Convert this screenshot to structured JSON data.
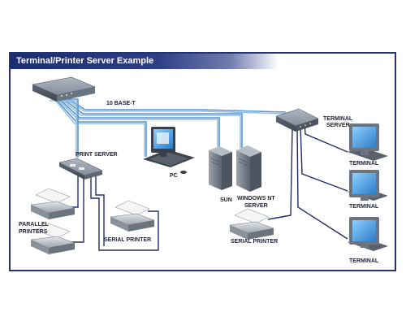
{
  "diagram": {
    "title": "Terminal/Printer Server Example",
    "labels": {
      "ten_base_t": "10 BASE-T",
      "print_server": "PRINT SERVER",
      "pc": "PC",
      "sun": "SUN",
      "windows_nt_server_line1": "WINDOWS NT",
      "windows_nt_server_line2": "SERVER",
      "terminal_server_line1": "TERMINAL",
      "terminal_server_line2": "SERVER",
      "parallel_printers_line1": "PARALLEL",
      "parallel_printers_line2": "PRINTERS",
      "serial_printer_left": "SERIAL PRINTER",
      "serial_printer_right": "SERIAL PRINTER",
      "terminal_1": "TERMINAL",
      "terminal_2": "TERMINAL",
      "terminal_3": "TERMINAL"
    },
    "colors": {
      "frame_border": "#25346f",
      "title_bar": "#1d2d73",
      "ethernet_cable": "#6fa8d6",
      "serial_cable": "#252a6a",
      "device_body": "#7c8694",
      "screen": "#3a8ed8"
    }
  }
}
